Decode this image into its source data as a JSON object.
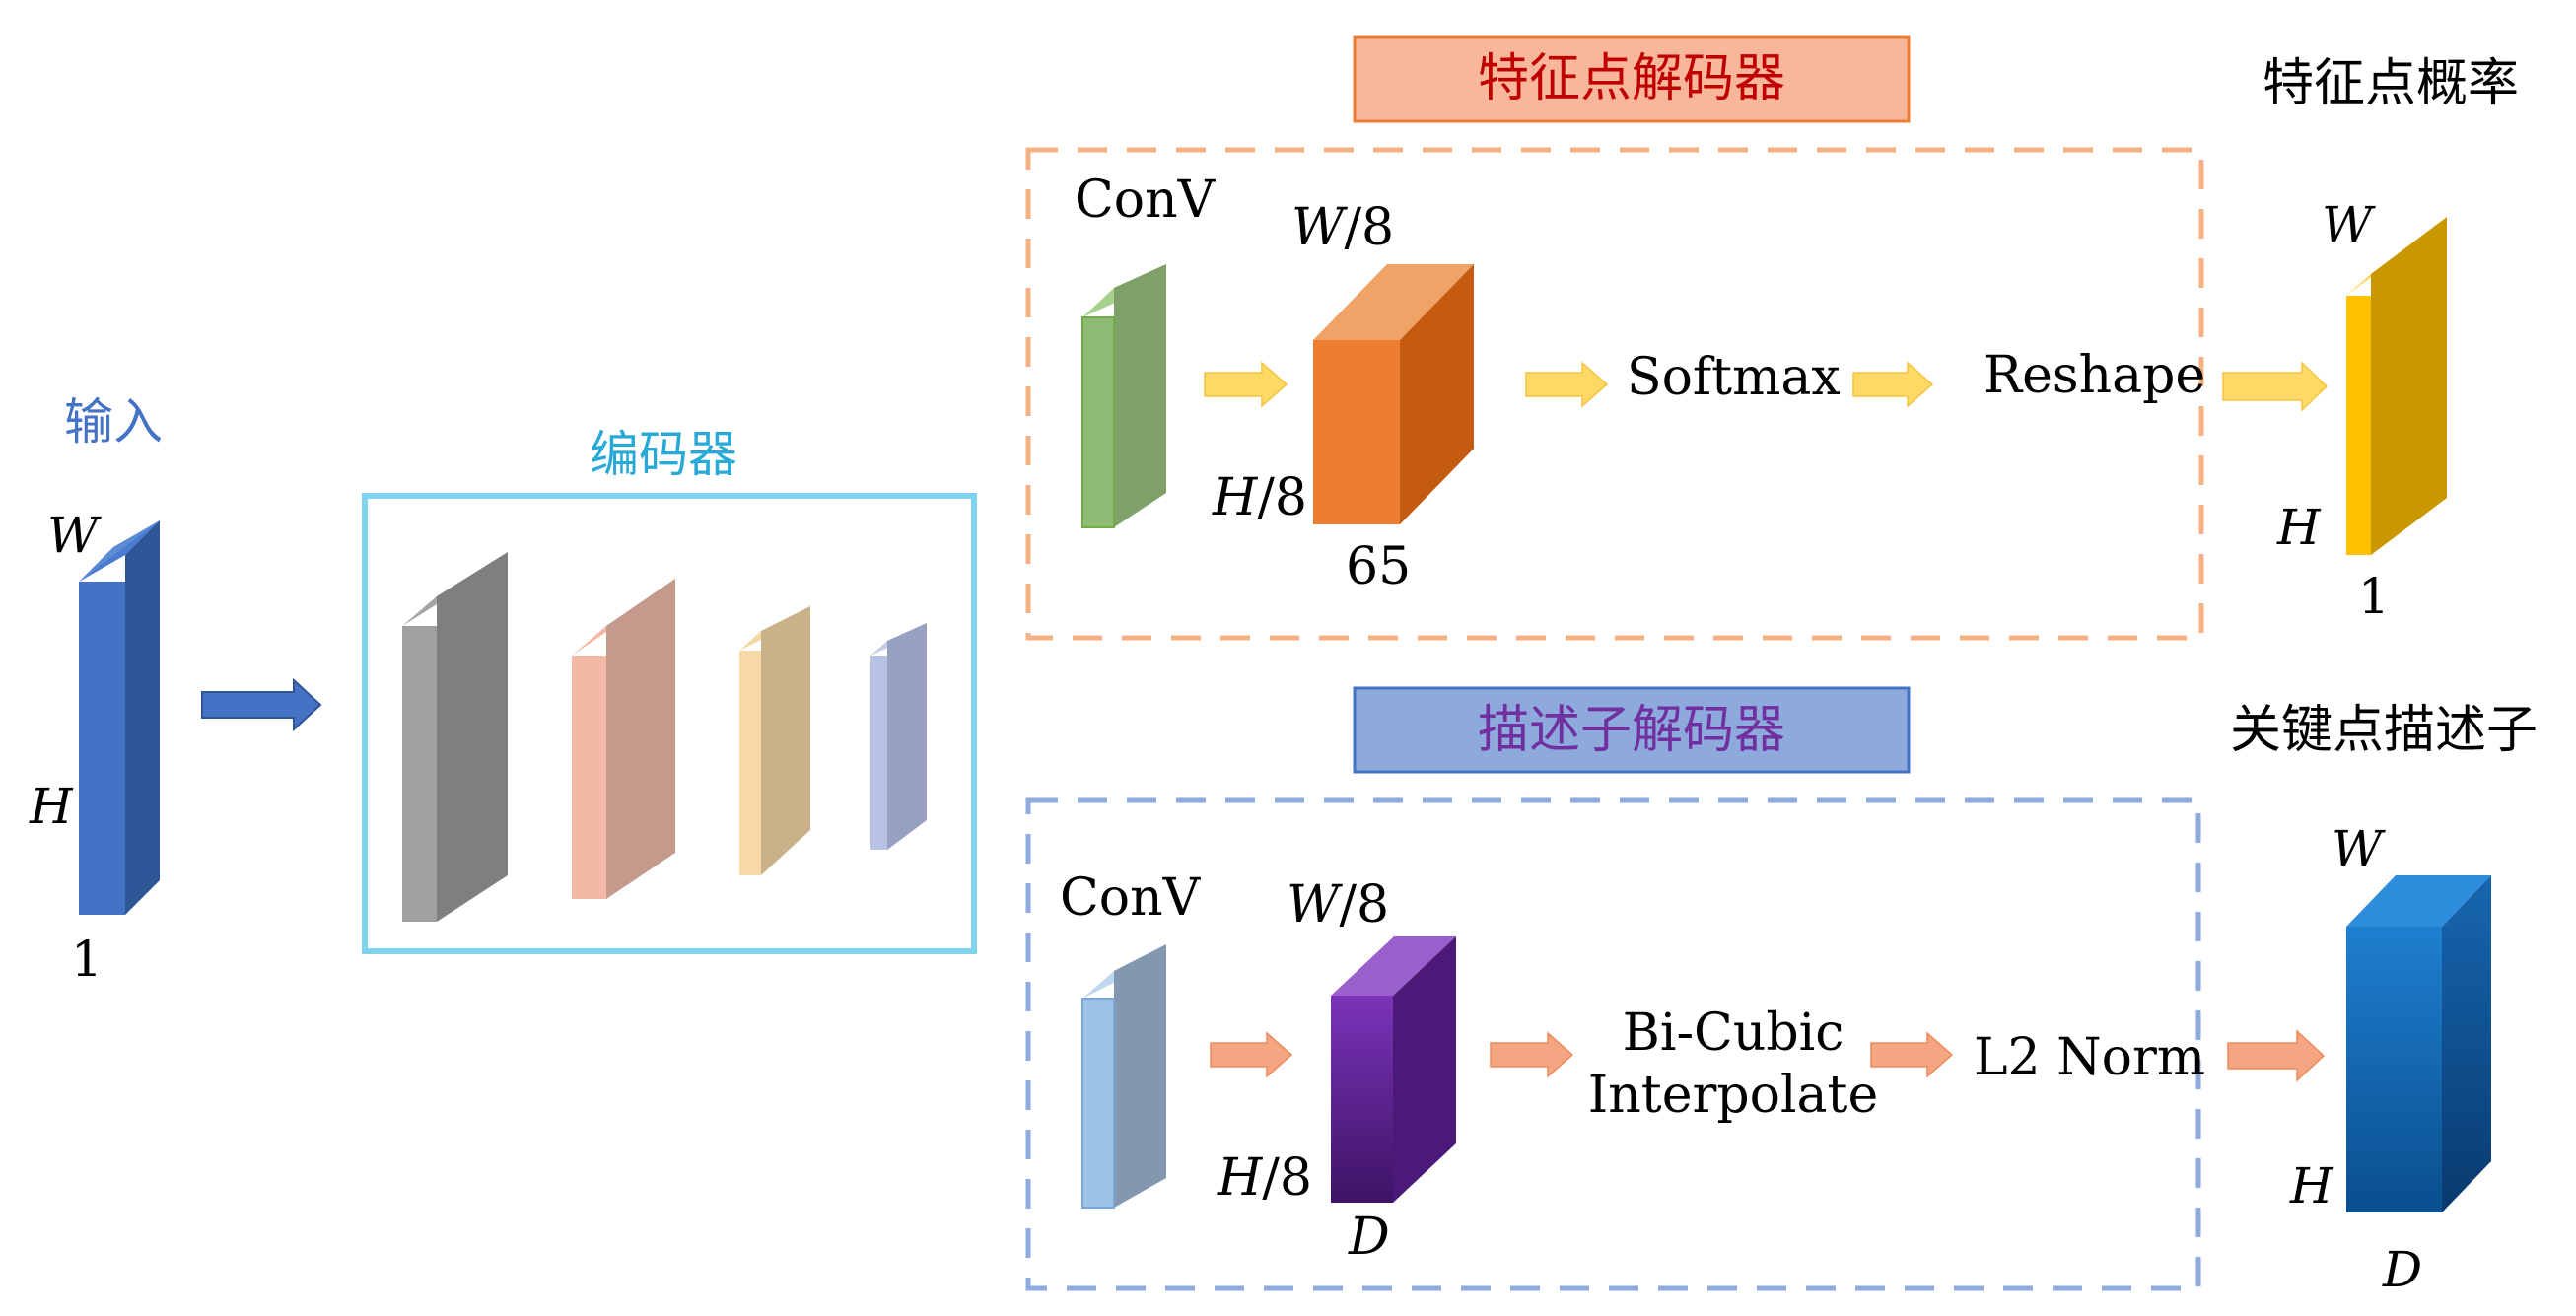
{
  "input": {
    "title": "输入",
    "width_label": "W",
    "height_label": "H",
    "depth_label": "1"
  },
  "encoder": {
    "title": "编码器"
  },
  "detector": {
    "title": "特征点解码器",
    "conv_label": "ConV",
    "block_width": "W",
    "block_width_div": "/8",
    "block_height": "H",
    "block_height_div": "/8",
    "block_depth": "65",
    "step1": "Softmax",
    "step2": "Reshape"
  },
  "detector_output": {
    "title": "特征点概率",
    "width_label": "W",
    "height_label": "H",
    "depth_label": "1"
  },
  "descriptor": {
    "title": "描述子解码器",
    "conv_label": "ConV",
    "block_width": "W",
    "block_width_div": "/8",
    "block_height": "H",
    "block_height_div": "/8",
    "block_depth": "D",
    "step1_line1": "Bi-Cubic",
    "step1_line2": "Interpolate",
    "step2": "L2 Norm"
  },
  "descriptor_output": {
    "title": "关键点描述子",
    "width_label": "W",
    "height_label": "H",
    "depth_label": "D"
  },
  "colors": {
    "input_blue": "#4472C4",
    "encoder_border": "#7FD3EE",
    "encoder_title": "#29A9D6",
    "detector_border": "#F4B183",
    "detector_title_text": "#C00000",
    "detector_title_fill": "#F8B69A",
    "descriptor_border": "#8FAADC",
    "descriptor_title_text": "#7030A0",
    "descriptor_title_fill": "#8EA9DB",
    "yellow_arrow": "#FFD966",
    "orange_arrow": "#F4A582"
  }
}
